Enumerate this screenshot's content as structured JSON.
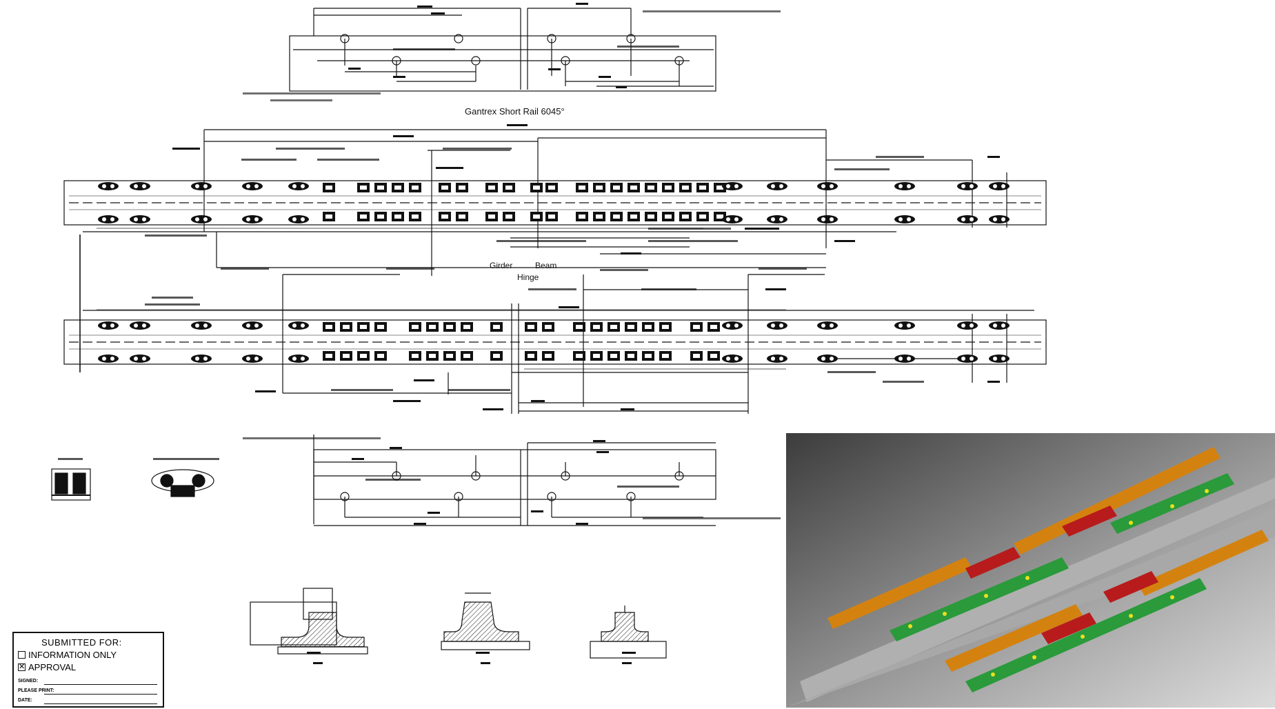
{
  "drawing": {
    "main_title": "Gantrex Short Rail 6045°",
    "girder_label": "Girder",
    "beam_label": "Beam",
    "hinge_label": "Hinge"
  },
  "submitted_for": {
    "heading": "SUBMITTED FOR:",
    "option_information": "INFORMATION ONLY",
    "option_approval": "APPROVAL",
    "information_checked": false,
    "approval_checked": true,
    "approval_mark": "✕",
    "field_signed": "SIGNED:",
    "field_please_print": "PLEASE PRINT:",
    "field_date": "DATE:"
  },
  "colors": {
    "line": "#111111",
    "render_bg_dark": "#3c3c3c",
    "render_bg_light": "#d8d8d8",
    "rail_orange": "#d4820f",
    "rail_red": "#b81b1b",
    "rail_green": "#2a9a3a",
    "rail_grey": "#a8a8a8",
    "bolt_yellow": "#e8e020"
  }
}
